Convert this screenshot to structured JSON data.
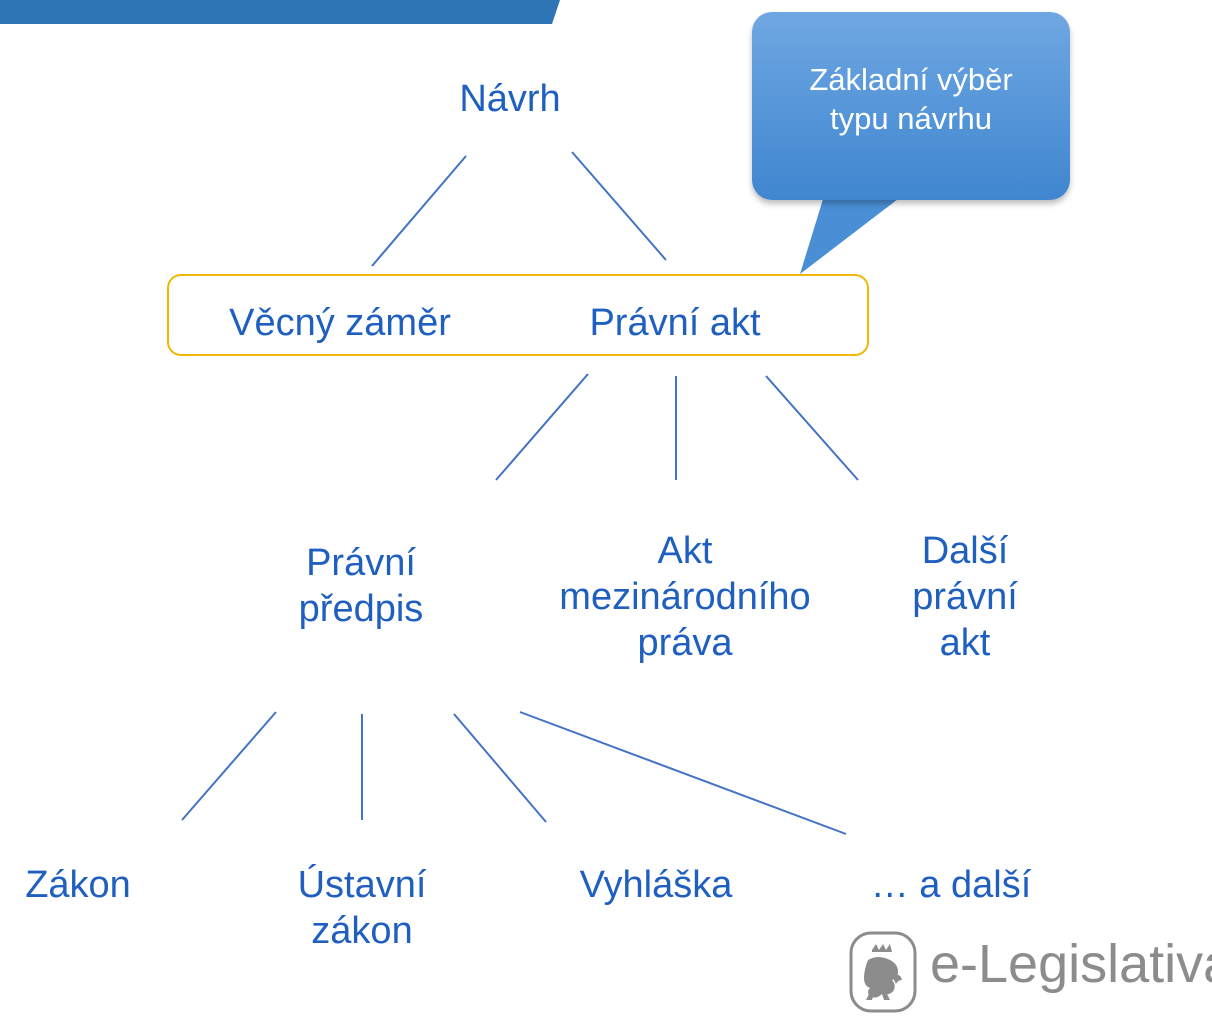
{
  "diagram": {
    "root": "Návrh",
    "level1": [
      "Věcný záměr",
      "Právní akt"
    ],
    "level2": [
      "Právní\npředpis",
      "Akt\nmezinárodního\npráva",
      "Další\nprávní\nakt"
    ],
    "level3": [
      "Zákon",
      "Ústavní\nzákon",
      "Vyhláška",
      "… a další"
    ],
    "callout": "Základní výběr\ntypu návrhu"
  },
  "branding": {
    "logo_text": "e-Legislativa",
    "logo_icon": "lion-emblem-icon"
  },
  "colors": {
    "text": "#1f5fbf",
    "connector": "#4472c4",
    "highlight_border": "#f2b705",
    "callout_fill": "#4a8fd6",
    "top_band": "#2e75b6",
    "logo_gray": "#8c8c8c"
  }
}
